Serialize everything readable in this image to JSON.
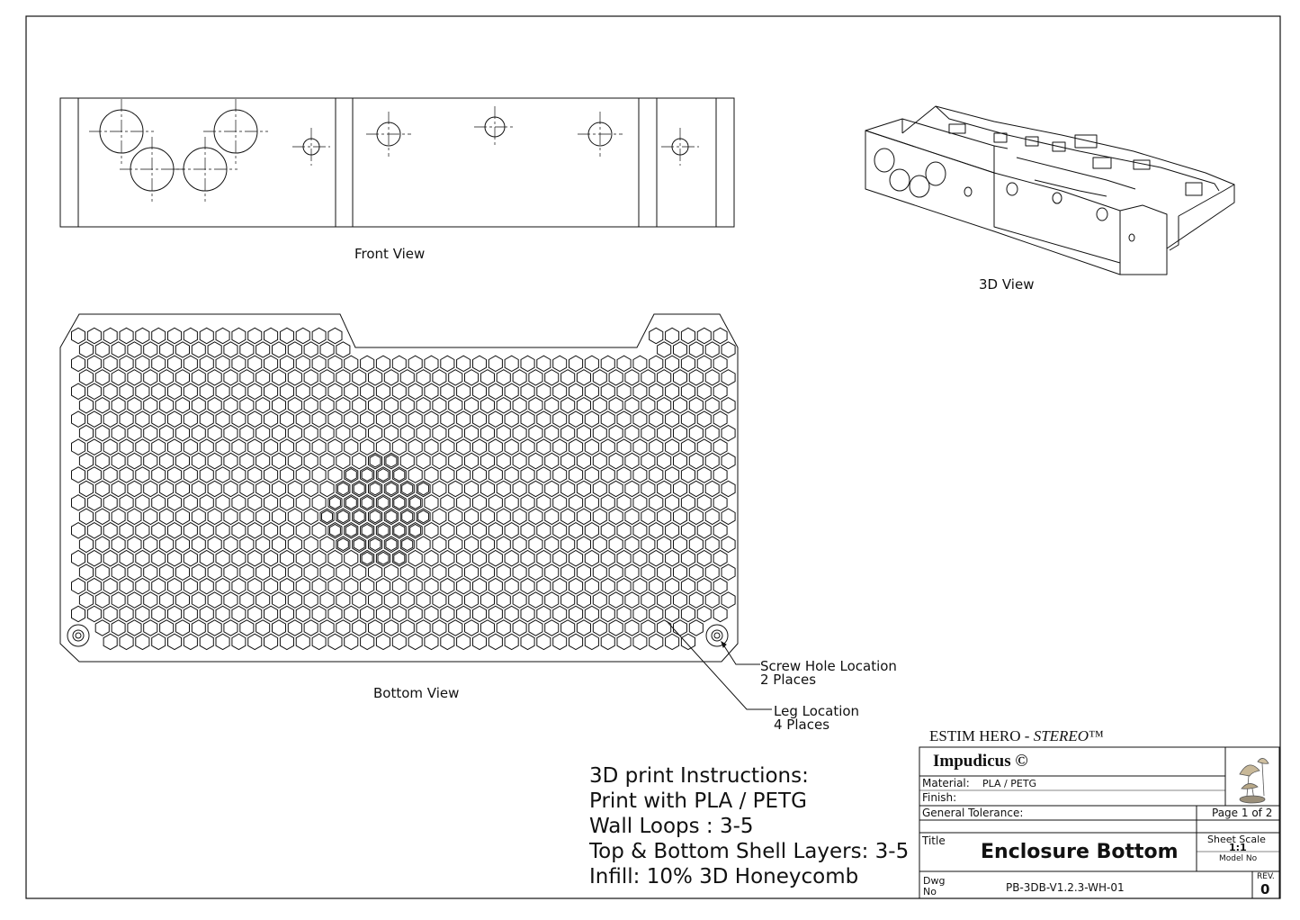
{
  "views": {
    "front": "Front View",
    "iso": "3D View",
    "bottom": "Bottom View"
  },
  "callouts": {
    "screw": {
      "line1": "Screw Hole Location",
      "line2": "2 Places"
    },
    "leg": {
      "line1": "Leg Location",
      "line2": "4 Places"
    }
  },
  "instructions": {
    "title": "3D print Instructions:",
    "lines": [
      "Print with PLA / PETG",
      "Wall Loops : 3-5",
      "Top & Bottom Shell Layers: 3-5",
      "Infill: 10% 3D Honeycomb"
    ]
  },
  "title_block": {
    "project": "ESTIM HERO - ",
    "project_italic": "STEREO",
    "project_tm": "™",
    "company": "Impudicus ©",
    "material_label": "Material:",
    "material_value": "PLA / PETG",
    "finish_label": "Finish:",
    "tolerance_label": "General Tolerance:",
    "page": "Page 1 of 2",
    "title_label": "Title",
    "title": "Enclosure Bottom",
    "sheet_scale_label": "Sheet Scale",
    "sheet_scale": "1:1",
    "model_no_label": "Model No",
    "dwg_label_1": "Dwg",
    "dwg_label_2": "No",
    "dwg_number": "PB-3DB-V1.2.3-WH-01",
    "rev_label": "REV.",
    "rev": "0"
  },
  "icons": [
    "mushroom-logo-icon"
  ]
}
